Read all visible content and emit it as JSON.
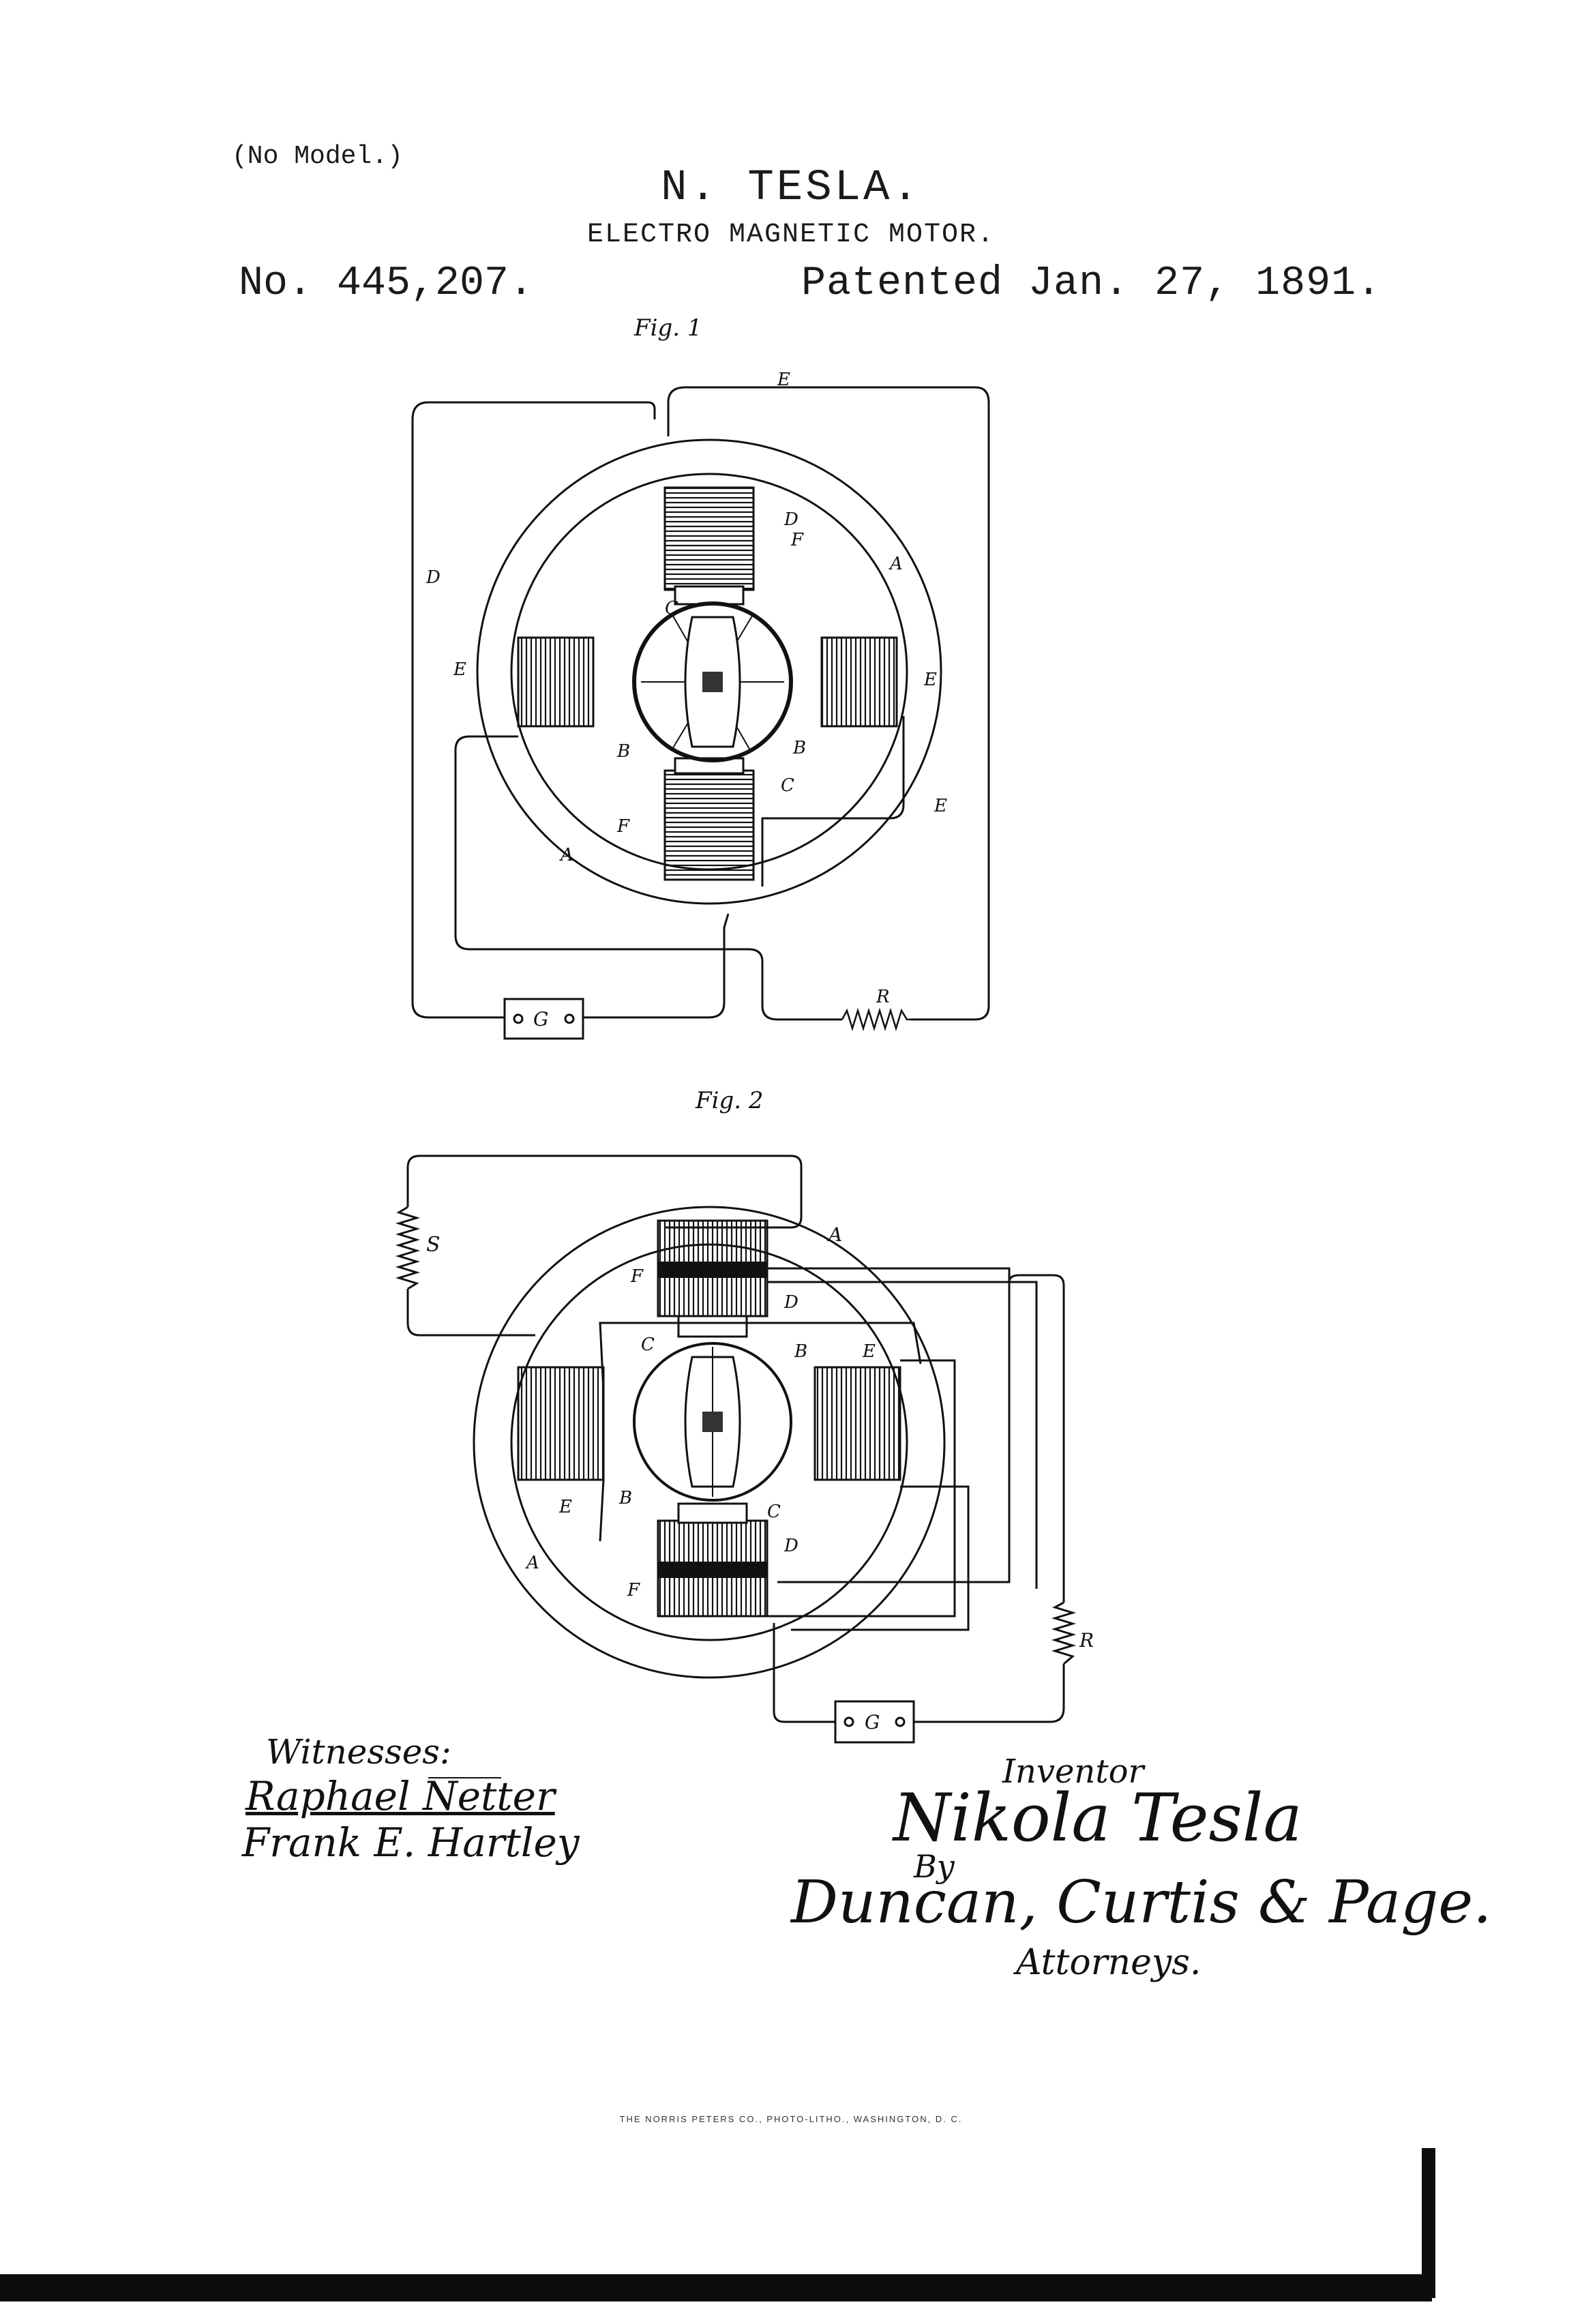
{
  "header": {
    "no_model": "(No Model.)",
    "inventor": "N. TESLA.",
    "title": "ELECTRO MAGNETIC MOTOR.",
    "patent_number": "No. 445,207.",
    "patent_date": "Patented Jan. 27, 1891."
  },
  "figures": {
    "fig1": {
      "caption": "Fig. 1",
      "labels": {
        "e_top": "E",
        "d_left": "D",
        "d_coil": "D",
        "f_coil": "F",
        "a_right": "A",
        "c_top": "C",
        "e_left": "E",
        "e_right": "E",
        "b_left": "B",
        "b_right": "B",
        "c_bottom": "C",
        "e_lower": "E",
        "f_lower": "F",
        "a_left": "A",
        "generator": "G",
        "resistance": "R"
      }
    },
    "fig2": {
      "caption": "Fig. 2",
      "labels": {
        "s_coil": "S",
        "a_top": "A",
        "f_top": "F",
        "d_top": "D",
        "c_top": "C",
        "b_top": "B",
        "e_right": "E",
        "e_left": "E",
        "b_left": "B",
        "c_bottom": "C",
        "d_bottom": "D",
        "a_left": "A",
        "f_bottom": "F",
        "resistance": "R",
        "generator": "G"
      }
    }
  },
  "signatures": {
    "witnesses_label": "Witnesses:",
    "witness_1": "Raphael Netter",
    "witness_2": "Frank E. Hartley",
    "inventor_label": "Inventor",
    "inventor_signature": "Nikola Tesla",
    "by_label": "By",
    "attorneys_signature": "Duncan, Curtis & Page.",
    "attorneys_label": "Attorneys."
  },
  "footer": {
    "printer": "THE NORRIS PETERS CO., PHOTO-LITHO., WASHINGTON, D. C."
  }
}
